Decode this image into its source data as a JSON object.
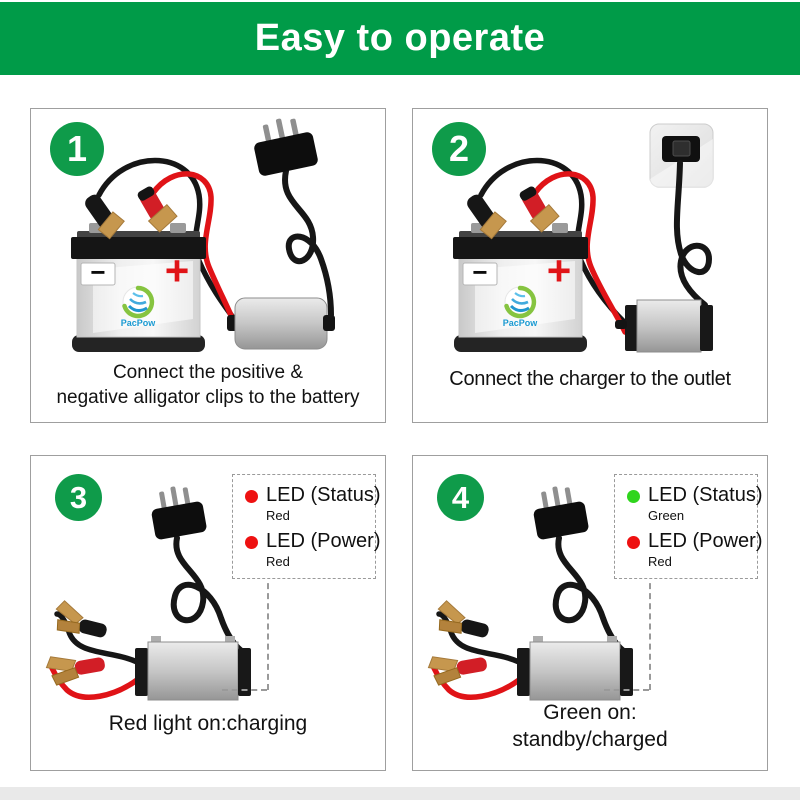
{
  "title_banner": {
    "title": "Easy to operate",
    "background": "#009b48",
    "text_color": "#ffffff"
  },
  "brand": {
    "logo_text": "PacPow"
  },
  "battery": {
    "positive_symbol": "+",
    "negative_symbol": "−"
  },
  "colors": {
    "step_badge_green": "#0f9b4a",
    "wire_red": "#e01317",
    "led_red": "#ee1111",
    "led_green": "#2fd51d",
    "panel_border": "#9f9f9f"
  },
  "steps": [
    {
      "number": "1",
      "caption": [
        "Connect the positive &",
        "negative alligator clips to the battery"
      ],
      "illustration": "battery-with-clips-charger-and-plug"
    },
    {
      "number": "2",
      "caption": [
        "Connect the charger to the outlet"
      ],
      "illustration": "battery-charger-plugged-into-wall-outlet"
    },
    {
      "number": "3",
      "caption": [
        "Red light on:charging"
      ],
      "illustration": "charger-with-alligator-clips-and-plug",
      "legend": [
        {
          "label": "LED (Status)",
          "state": "Red",
          "color": "#ee1111"
        },
        {
          "label": "LED (Power)",
          "state": "Red",
          "color": "#ee1111"
        }
      ]
    },
    {
      "number": "4",
      "caption": [
        "Green on:",
        "standby/charged"
      ],
      "illustration": "charger-with-alligator-clips-and-plug",
      "legend": [
        {
          "label": "LED (Status)",
          "state": "Green",
          "color": "#2fd51d"
        },
        {
          "label": "LED (Power)",
          "state": "Red",
          "color": "#ee1111"
        }
      ]
    }
  ]
}
